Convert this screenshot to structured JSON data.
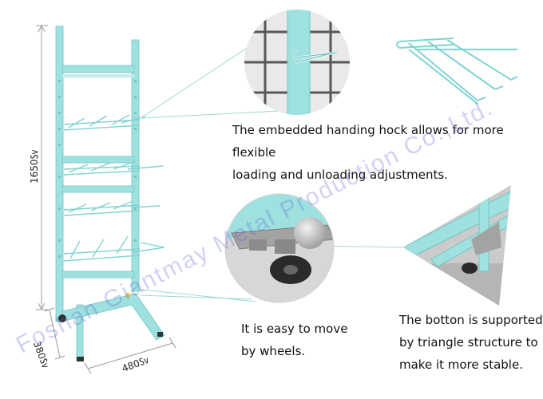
{
  "captions": {
    "hook": [
      "The embedded handing hock allows for more flexible",
      "loading and unloading adjustments."
    ],
    "wheel": [
      "It  is easy to move",
      "by wheels."
    ],
    "bottom": [
      "The botton is supported",
      "by triangle structure to",
      "make it more stable."
    ]
  },
  "dimensions": {
    "height": "1650㏜",
    "depth": "380㏜",
    "width": "480㏜"
  },
  "watermark": "Foshan Giantmay Metal Production Co.,Ltd.",
  "colors": {
    "rack": "#9fe1df",
    "rack_edge": "#6fc6c4",
    "dim_line": "#aaaaaa",
    "watermark": "#5e5ed6"
  }
}
